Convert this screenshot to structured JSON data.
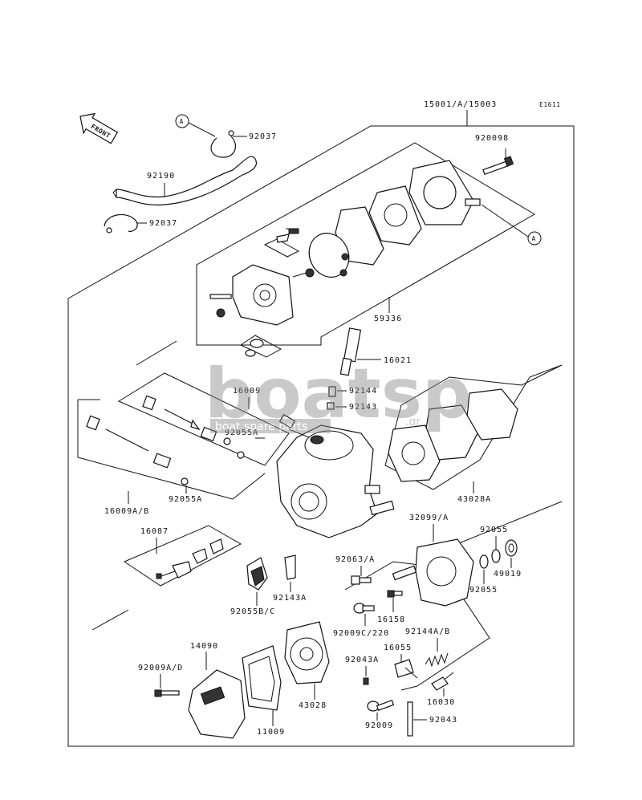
{
  "diagram": {
    "code": "E1611",
    "front_label": "FRONT",
    "circle_ref": "A",
    "labels": {
      "assy": "15001/A/15003",
      "p92037a": "92037",
      "p92190": "92190",
      "p92037b": "92037",
      "p920098": "920098",
      "p59336": "59336",
      "p16021": "16021",
      "p16009": "16009",
      "p92144": "92144",
      "p92143": "92143",
      "p92055a1": "92055A",
      "p92055a2": "92055A",
      "p16009ab": "16009A/B",
      "p43028a": "43028A",
      "p16087": "16087",
      "p32099": "32099/A",
      "p92055_1": "92055",
      "p49019": "49019",
      "p92055_2": "92055",
      "p92063": "92063/A",
      "p92055bc": "92055B/C",
      "p92143a": "92143A",
      "p16158": "16158",
      "p92009c": "92009C/220",
      "p92144ab": "92144A/B",
      "p16055": "16055",
      "p92043a": "92043A",
      "p14090": "14090",
      "p92009ad": "92009A/D",
      "p43028": "43028",
      "p11009": "11009",
      "p16030": "16030",
      "p92009": "92009",
      "p92043": "92043"
    }
  },
  "watermark": {
    "brand": "boatsp",
    "domain": ".gr",
    "tagline": "boat spare parts"
  }
}
